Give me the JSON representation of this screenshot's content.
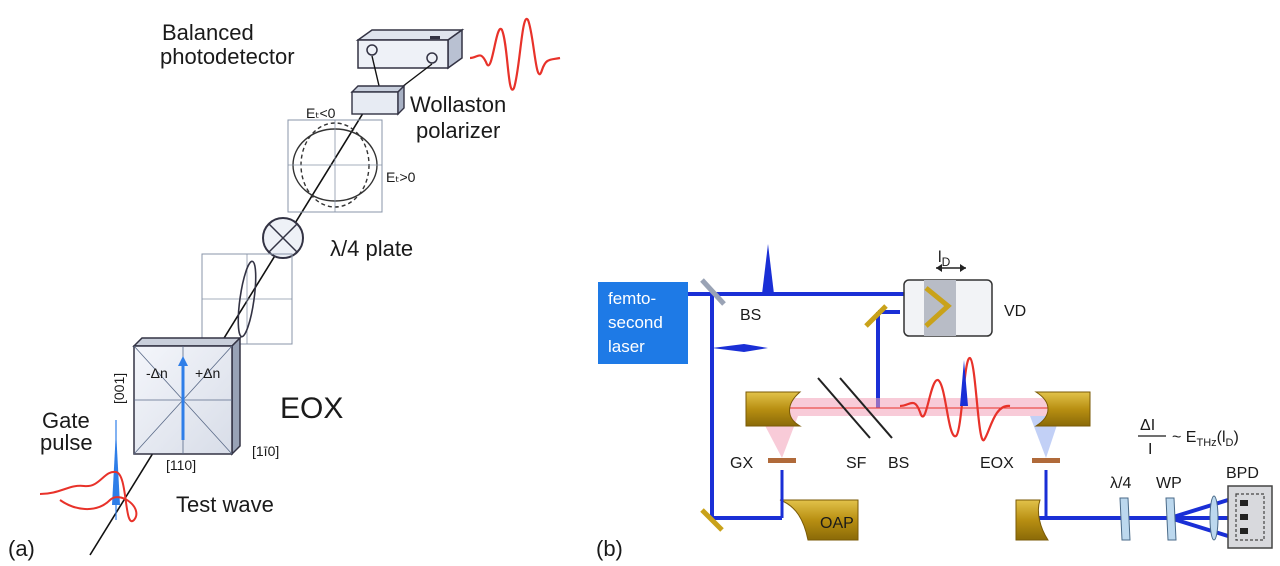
{
  "panel_a": {
    "panel_label": "(a)",
    "detector_label_line1": "Balanced",
    "detector_label_line2": "photodetector",
    "wollaston_label_line1": "Wollaston",
    "wollaston_label_line2": "polarizer",
    "field_neg": "Eₜ<0",
    "field_pos": "Eₜ>0",
    "waveplate_label": "λ/4  plate",
    "eox_label": "EOX",
    "delta_neg": "-Δn",
    "delta_pos": "+Δn",
    "axis_001": "[001]",
    "axis_110": "[110]",
    "axis_1bar10": "[1ī0]",
    "gate_line1": "Gate",
    "gate_line2": "pulse",
    "test_wave": "Test wave"
  },
  "panel_b": {
    "panel_label": "(b)",
    "laser_line1": "femto-",
    "laser_line2": "second",
    "laser_line3": "laser",
    "bs_top": "BS",
    "vd": "VD",
    "delay": "l",
    "delay_sub": "D",
    "gx": "GX",
    "sf": "SF",
    "bs_mid": "BS",
    "eox": "EOX",
    "oap": "OAP",
    "lambda4": "λ/4",
    "wp": "WP",
    "bpd": "BPD",
    "eq_num": "ΔI",
    "eq_den": "I",
    "eq_rhs": "~ E",
    "eq_sub": "THz",
    "eq_arg": "(l",
    "eq_arg_sub": "D",
    "eq_close": ")"
  },
  "colors": {
    "beam_blue": "#1a2fd6",
    "laser_box": "#1e7ae6",
    "gold": "#c9a21a",
    "thz_red": "#e8322a",
    "pink_beam": "#f2a0b8",
    "copper": "#b06a3a"
  }
}
